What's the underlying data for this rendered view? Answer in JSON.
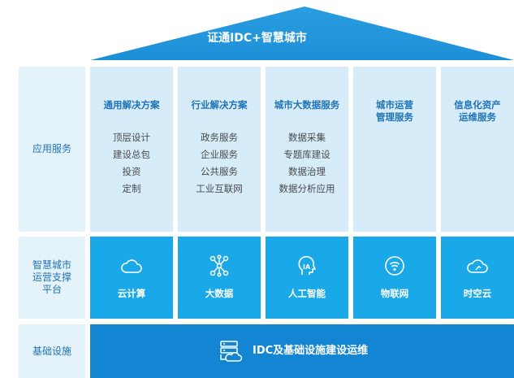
{
  "roof": {
    "title": "证通IDC+智慧城市"
  },
  "rows": {
    "applications": "应用服务",
    "platform": "智慧城市\n运营支撑\n平台",
    "infrastructure": "基础设施"
  },
  "services": [
    {
      "title": "通用解决方案",
      "items": [
        "顶层设计",
        "建设总包",
        "投资",
        "定制"
      ]
    },
    {
      "title": "行业解决方案",
      "items": [
        "政务服务",
        "企业服务",
        "公共服务",
        "工业互联网"
      ]
    },
    {
      "title": "城市大数据服务",
      "items": [
        "数据采集",
        "专题库建设",
        "数据治理",
        "数据分析应用"
      ]
    },
    {
      "title": "城市运营\n管理服务",
      "items": []
    },
    {
      "title": "信息化资产\n运维服务",
      "items": []
    }
  ],
  "platform": [
    {
      "label": "云计算",
      "icon": "cloud-icon"
    },
    {
      "label": "大数据",
      "icon": "network-nodes-icon"
    },
    {
      "label": "人工智能",
      "icon": "ai-head-icon"
    },
    {
      "label": "物联网",
      "icon": "wireless-icon"
    },
    {
      "label": "时空云",
      "icon": "spacetime-cloud-icon"
    }
  ],
  "infrastructure": {
    "label": "IDC及基础设施建设运维",
    "icon": "server-cloud-icon"
  },
  "colors": {
    "roof": "#1d8fd8",
    "label_bg": "#e4f2f9",
    "label_text": "#1f73b6",
    "service_bg": "#d6ecf9",
    "platform_bg": "#1aa9e8",
    "base_bg": "#1485d2"
  }
}
